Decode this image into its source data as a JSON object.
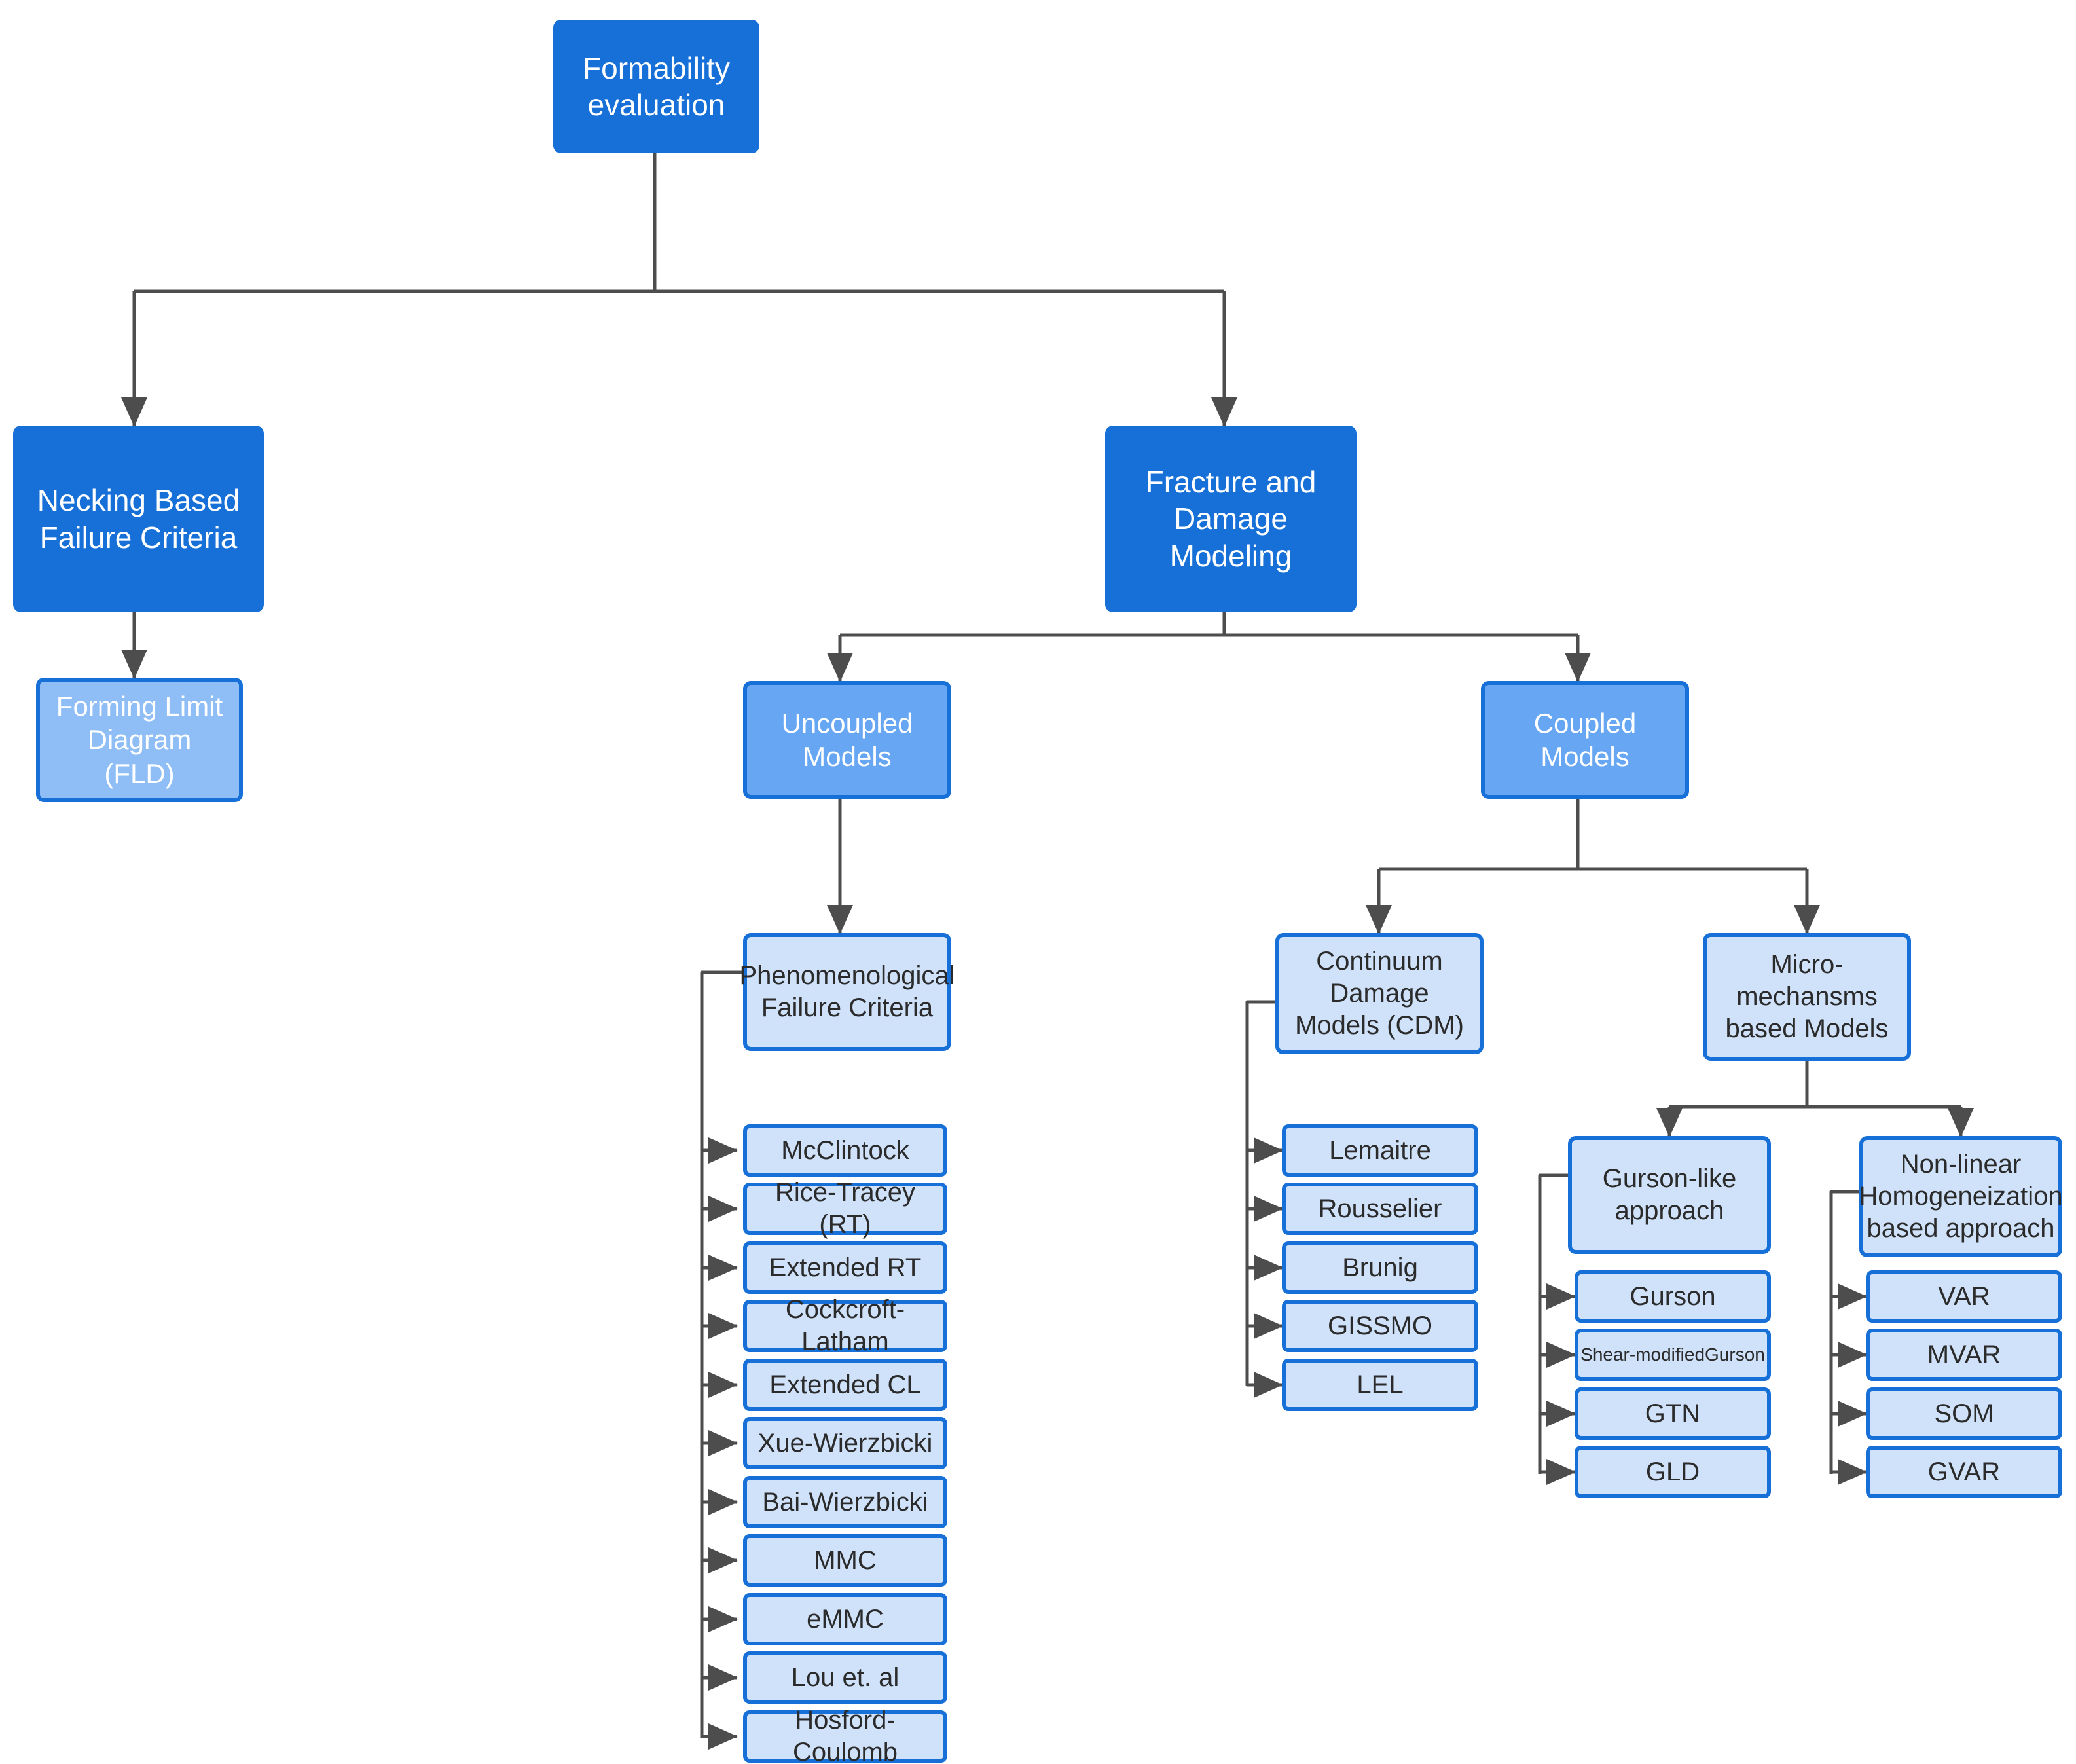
{
  "diagram": {
    "title_node": "Formability\nevaluation",
    "accent_dark": "#1670d8",
    "accent_mid": "#67a6f2",
    "accent_pale": "#cfe2fa",
    "edge_color": "#4d4d4d",
    "level1": [
      {
        "id": "necking",
        "label": "Necking  Based\nFailure Criteria"
      },
      {
        "id": "fracture",
        "label": "Fracture and\nDamage\nModeling"
      }
    ],
    "level2": [
      {
        "id": "fld",
        "label": "Forming Limit\nDiagram\n(FLD)"
      },
      {
        "id": "uncoupled",
        "label": "Uncoupled\nModels"
      },
      {
        "id": "coupled",
        "label": "Coupled\nModels"
      }
    ],
    "level3": [
      {
        "id": "phenom",
        "label": "Phenomenological\nFailure Criteria"
      },
      {
        "id": "cdm",
        "label": "Continuum\nDamage\nModels (CDM)"
      },
      {
        "id": "micro",
        "label": "Micro-mechansms\nbased Models"
      }
    ],
    "level4": [
      {
        "id": "gurson_like",
        "label": "Gurson-like\napproach"
      },
      {
        "id": "nonlinear_homog",
        "label": "Non-linear\nHomogeneization\nbased approach"
      }
    ],
    "phenomenological_leaves": [
      "McClintock",
      "Rice-Tracey (RT)",
      "Extended RT",
      "Cockcroft-Latham",
      "Extended CL",
      "Xue-Wierzbicki",
      "Bai-Wierzbicki",
      "MMC",
      "eMMC",
      "Lou et. al",
      "Hosford-Coulomb"
    ],
    "cdm_leaves": [
      "Lemaitre",
      "Rousselier",
      "Brunig",
      "GISSMO",
      "LEL"
    ],
    "gurson_leaves": [
      "Gurson",
      "Shear-modifiedGurson",
      "GTN",
      "GLD"
    ],
    "homogenization_leaves": [
      "VAR",
      "MVAR",
      "SOM",
      "GVAR"
    ]
  }
}
